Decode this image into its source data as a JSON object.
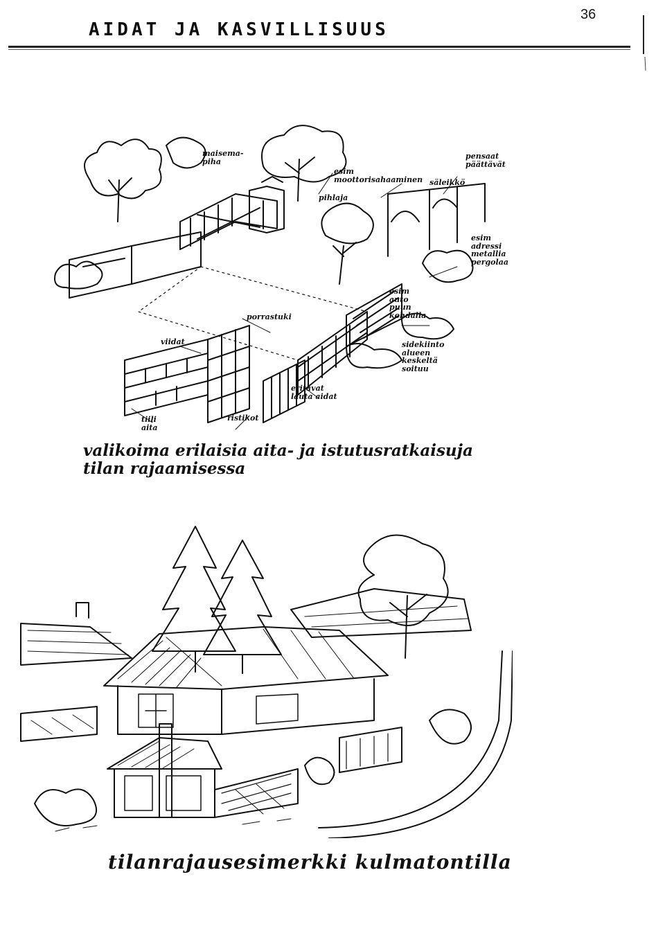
{
  "header": {
    "title": "AIDAT JA KASVILLISUUS",
    "page_number": "36"
  },
  "figure_top": {
    "labels": {
      "maisema_piha": "maisema-\npiha",
      "esim_moottorisahaaminen": "esim\nmoottorisahaaminen",
      "piha_aita": "pihlaja",
      "pensaat_paattavat": "pensaat\npäättävät",
      "sakkiaita": "säleikkö",
      "esim_adressi_metallia": "esim\nadressi\nmetallia\npergolaa",
      "esim_auto_puun": "esim\nauto\npuun\nkohdalla",
      "porrastuki": "porrastuki",
      "viidat": "viidat",
      "sidekiinto": "sidekiinto\nalueen\nkeskeltä\nsoituu",
      "eritavat_laudat": "eritavat\nlauta aidat",
      "ristikot": "ristikot",
      "tiiliaita": "tiili\naita"
    },
    "caption_line1": "valikoima erilaisia aita- ja istutusratkaisuja",
    "caption_line2": "tilan rajaamisessa"
  },
  "figure_bottom": {
    "caption": "tilanrajausesimerkki kulmatontilla"
  }
}
